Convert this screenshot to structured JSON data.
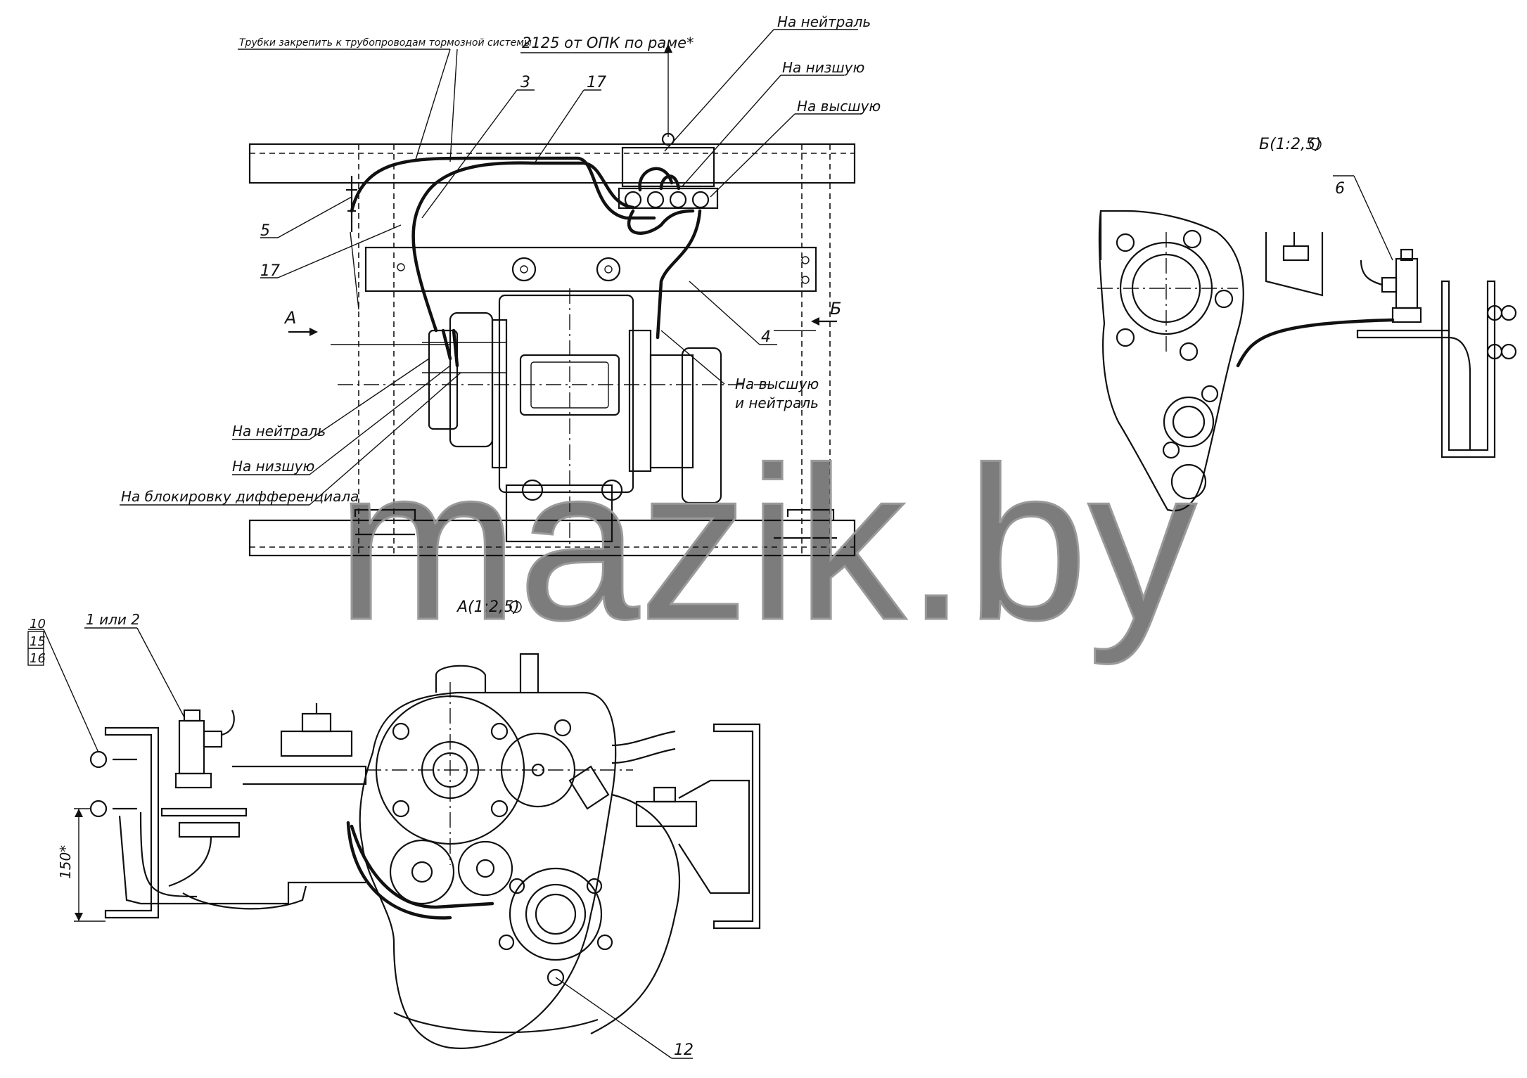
{
  "watermark": {
    "text": "mazik.by",
    "color": "#9a9a9a"
  },
  "top_view": {
    "note_tubes": "Трубки закрепить к трубопроводам тормозной системы",
    "dimension_note": "2125 от ОПК по раме*",
    "label_neutral_top": "На нейтраль",
    "label_low_top": "На низшую",
    "label_high_top": "На высшую",
    "label_high_neutral_1": "На высшую",
    "label_high_neutral_2": "и нейтраль",
    "label_neutral_left": "На нейтраль",
    "label_low_left": "На низшую",
    "label_diff_lock": "На блокировку дифференциала",
    "arrow_a": "А",
    "arrow_b": "Б",
    "callout_5": "5",
    "callout_17a": "17",
    "callout_17b": "17",
    "callout_3": "3",
    "callout_4": "4"
  },
  "view_a": {
    "title": "А(1:2,5)",
    "callout_10": "10",
    "callout_15": "15",
    "callout_16": "16",
    "callout_1or2": "1 или 2",
    "callout_12": "12",
    "dimension_150": "150*"
  },
  "view_b": {
    "title": "Б(1:2,5)",
    "callout_6": "6"
  }
}
